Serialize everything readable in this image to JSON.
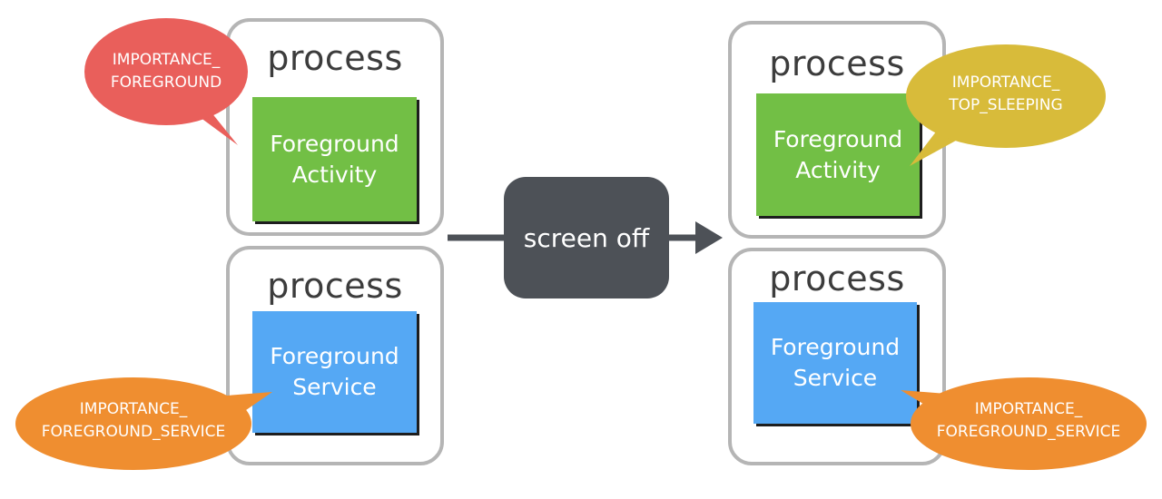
{
  "left": {
    "top_process": {
      "label": "process",
      "component": [
        "Foreground",
        "Activity"
      ]
    },
    "bottom_process": {
      "label": "process",
      "component": [
        "Foreground",
        "Service"
      ]
    },
    "bubbles": {
      "top": {
        "lines": [
          "IMPORTANCE_",
          "FOREGROUND"
        ],
        "color": "#e95f5b",
        "text_color": "#ffffff"
      },
      "bottom": {
        "lines": [
          "IMPORTANCE_",
          "FOREGROUND_SERVICE"
        ],
        "color": "#ef8e30",
        "text_color": "#ffffff"
      }
    }
  },
  "transition": {
    "label": "screen off",
    "arrow_color": "#4d5157"
  },
  "right": {
    "top_process": {
      "label": "process",
      "component": [
        "Foreground",
        "Activity"
      ]
    },
    "bottom_process": {
      "label": "process",
      "component": [
        "Foreground",
        "Service"
      ]
    },
    "bubbles": {
      "top": {
        "lines": [
          "IMPORTANCE_",
          "TOP_SLEEPING"
        ],
        "color": "#d8bb3a",
        "text_color": "#ffffff"
      },
      "bottom": {
        "lines": [
          "IMPORTANCE_",
          "FOREGROUND_SERVICE"
        ],
        "color": "#ef8e30",
        "text_color": "#ffffff"
      }
    }
  },
  "colors": {
    "activity": "#72bf45",
    "service": "#55a8f4",
    "border": "#b5b5b5"
  }
}
